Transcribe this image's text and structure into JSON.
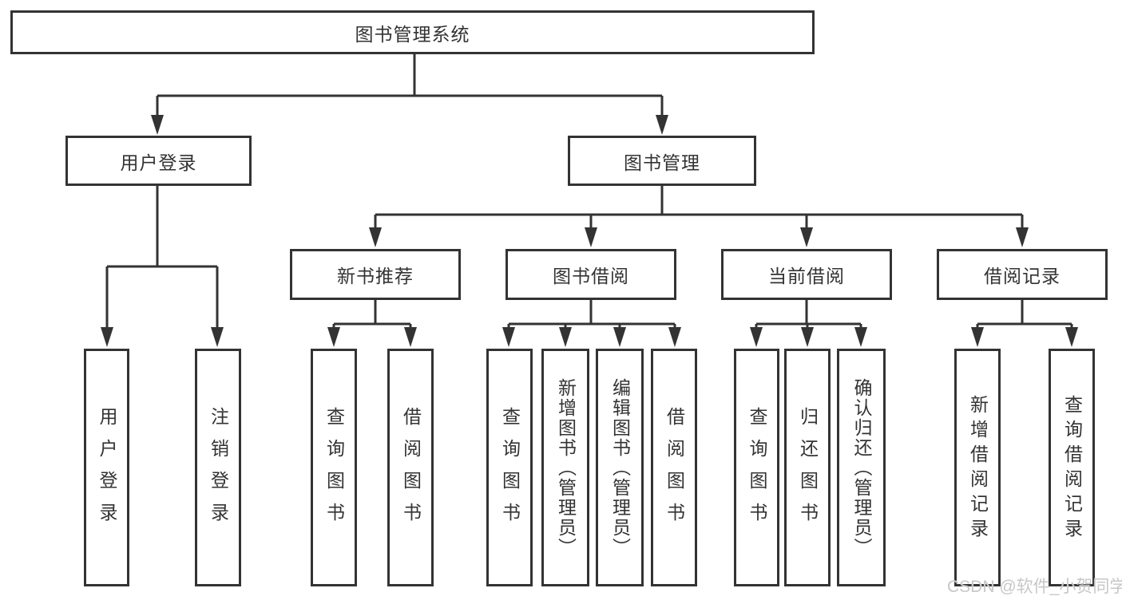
{
  "diagram_title": "图书管理系统",
  "colors": {
    "line": "#333333",
    "text": "#333333",
    "box_background": "#ffffff",
    "watermark": "#c7c7c7"
  },
  "tree": {
    "root": "图书管理系统",
    "children": [
      {
        "label": "用户登录",
        "children": [
          "用户登录",
          "注销登录"
        ]
      },
      {
        "label": "图书管理",
        "children": [
          {
            "label": "新书推荐",
            "children": [
              "查询图书",
              "借阅图书"
            ]
          },
          {
            "label": "图书借阅",
            "children": [
              "查询图书",
              "新增图书（管理员）",
              "编辑图书（管理员）",
              "借阅图书"
            ]
          },
          {
            "label": "当前借阅",
            "children": [
              "查询图书",
              "归还图书",
              "确认归还（管理员）"
            ]
          },
          {
            "label": "借阅记录",
            "children": [
              "新增借阅记录",
              "查询借阅记录"
            ]
          }
        ]
      }
    ]
  },
  "watermark": {
    "text": "CSDN @软件_小贺同学"
  }
}
